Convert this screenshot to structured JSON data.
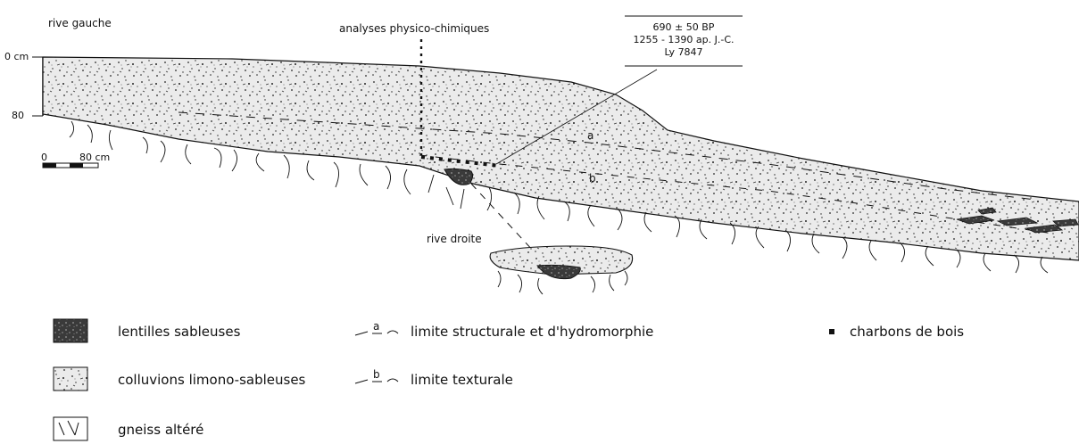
{
  "labels": {
    "left_bank": "rive gauche",
    "right_bank": "rive droite",
    "analyses": "analyses physico-chimiques",
    "depth_top": "0 cm",
    "depth_bottom": "80",
    "scale_zero": "0",
    "scale_end": "80 cm",
    "limit_a": "a",
    "limit_b": "b"
  },
  "dating": {
    "line1": "690 ± 50 BP",
    "line2": "1255 - 1390 ap. J.-C.",
    "line3": "Ly 7847"
  },
  "legend": {
    "sand_lenses": "lentilles sableuses",
    "colluvium": "colluvions limono-sableuses",
    "gneiss": "gneiss altéré",
    "structural_symbol": "a",
    "structural_limit": "limite structurale et d'hydromorphie",
    "textural_symbol": "b",
    "textural_limit": "limite texturale",
    "charcoal": "charbons de bois"
  },
  "colors": {
    "ink": "#111111",
    "colluvium_fill": "#ebebeb",
    "sand_fill": "#3a3a3a",
    "frame": "#555555"
  }
}
